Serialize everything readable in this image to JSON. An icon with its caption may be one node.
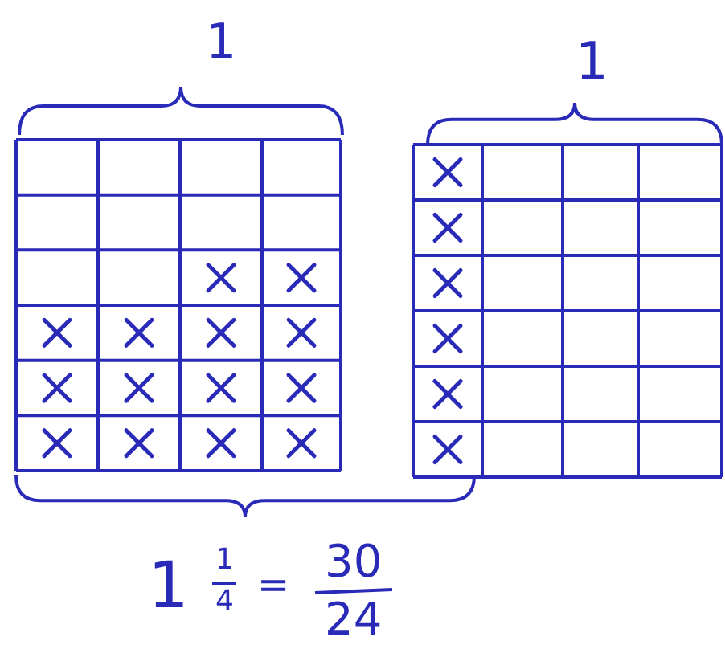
{
  "diagram": {
    "labels": [
      "1",
      "1",
      "1",
      "1",
      "4",
      "=",
      "30",
      "24"
    ]
  }
}
